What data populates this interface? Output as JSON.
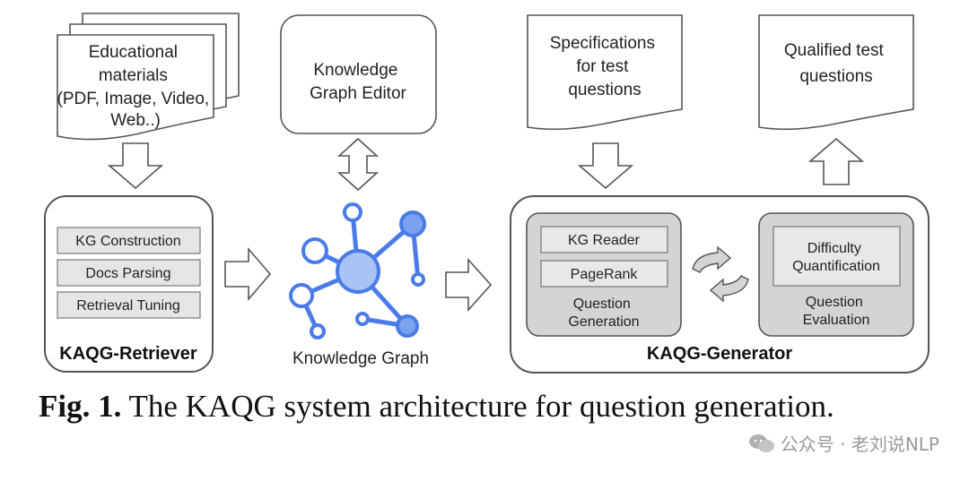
{
  "inputs": {
    "materials_lines": [
      "Educational",
      "materials",
      "(PDF, Image, Video,",
      "Web..)"
    ],
    "editor_lines": [
      "Knowledge",
      "Graph Editor"
    ],
    "specs_lines": [
      "Specifications",
      "for test",
      "questions"
    ],
    "qualified_lines": [
      "Qualified test",
      "questions"
    ]
  },
  "retriever": {
    "title": "KAQG-Retriever",
    "items": [
      "KG Construction",
      "Docs Parsing",
      "Retrieval Tuning"
    ]
  },
  "graph": {
    "label": "Knowledge Graph"
  },
  "generator": {
    "title": "KAQG-Generator",
    "question_generation": {
      "items": [
        "KG Reader",
        "PageRank"
      ],
      "label_lines": [
        "Question",
        "Generation"
      ]
    },
    "question_evaluation": {
      "inner_lines": [
        "Difficulty",
        "Quantification"
      ],
      "label_lines": [
        "Question",
        "Evaluation"
      ]
    }
  },
  "caption": {
    "fig_label": "Fig. 1.",
    "text": "The KAQG system architecture for question generation."
  },
  "watermark": {
    "text": "公众号 · 老刘说NLP"
  },
  "colors": {
    "node_fill": "#a9c3f4",
    "node_stroke": "#4a7be8",
    "panel_fill": "#d4d4d4",
    "box_stroke": "#555555"
  }
}
